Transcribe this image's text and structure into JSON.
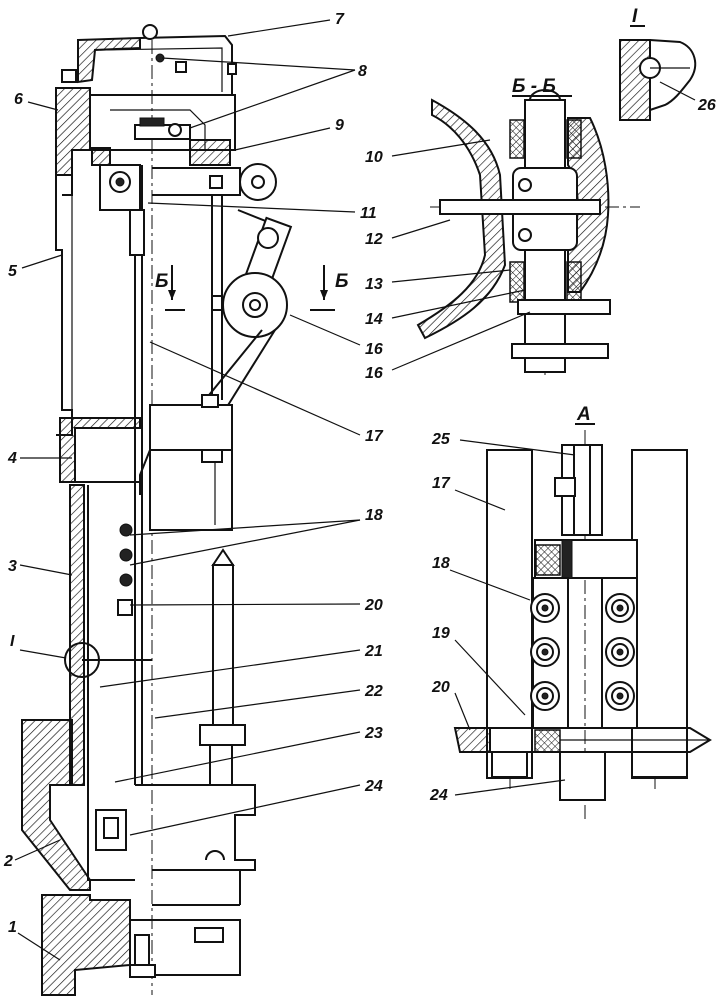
{
  "section_labels": {
    "section_bb": "Б - Б",
    "view_a": "А",
    "detail_i": "I",
    "cut_b_left": "Б",
    "cut_b_right": "Б",
    "detail_marker_i": "I"
  },
  "callouts": {
    "n1": "1",
    "n2": "2",
    "n3": "3",
    "n4": "4",
    "n5": "5",
    "n6": "6",
    "n7": "7",
    "n8": "8",
    "n9": "9",
    "n10": "10",
    "n11": "11",
    "n12": "12",
    "n13": "13",
    "n14": "14",
    "n16": "16",
    "n16b": "16",
    "n17": "17",
    "n17b": "17",
    "n18": "18",
    "n18b": "18",
    "n19": "19",
    "n20": "20",
    "n20b": "20",
    "n21": "21",
    "n22": "22",
    "n23": "23",
    "n24": "24",
    "n24b": "24",
    "n25": "25",
    "n26": "26"
  }
}
